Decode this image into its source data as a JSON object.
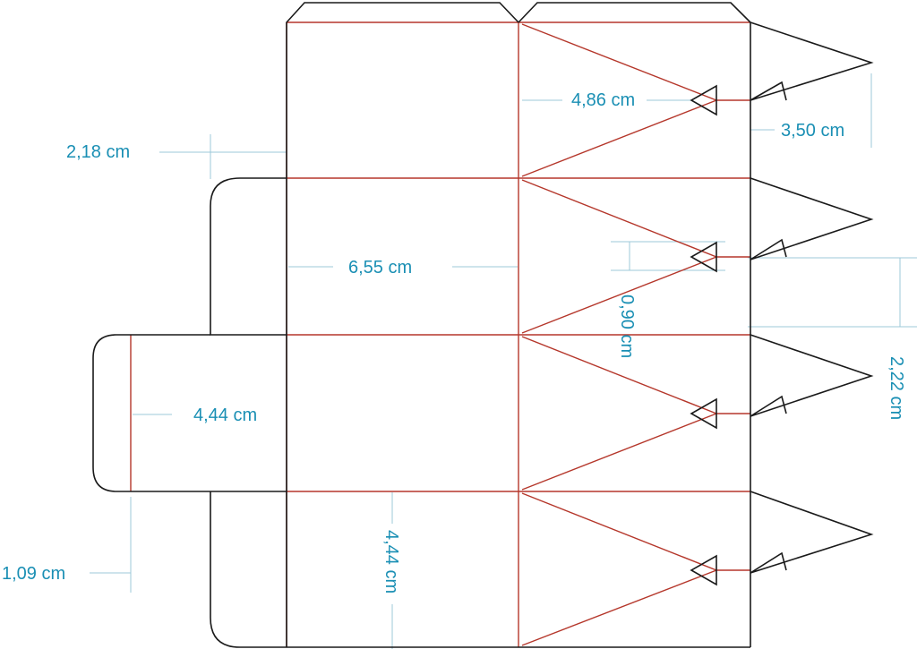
{
  "colors": {
    "cut_line": "#1a1a1a",
    "fold_line": "#b5372b",
    "dimension_line": "#9cc9da",
    "dimension_text": "#1a8fb4"
  },
  "dimensions": {
    "d1": "4,86 cm",
    "d2": "3,50 cm",
    "d3": "2,18 cm",
    "d4": "6,55 cm",
    "d5": "0,90 cm",
    "d6": "2,22 cm",
    "d7": "4,44 cm",
    "d8": "4,44 cm",
    "d9": "1,09 cm"
  }
}
